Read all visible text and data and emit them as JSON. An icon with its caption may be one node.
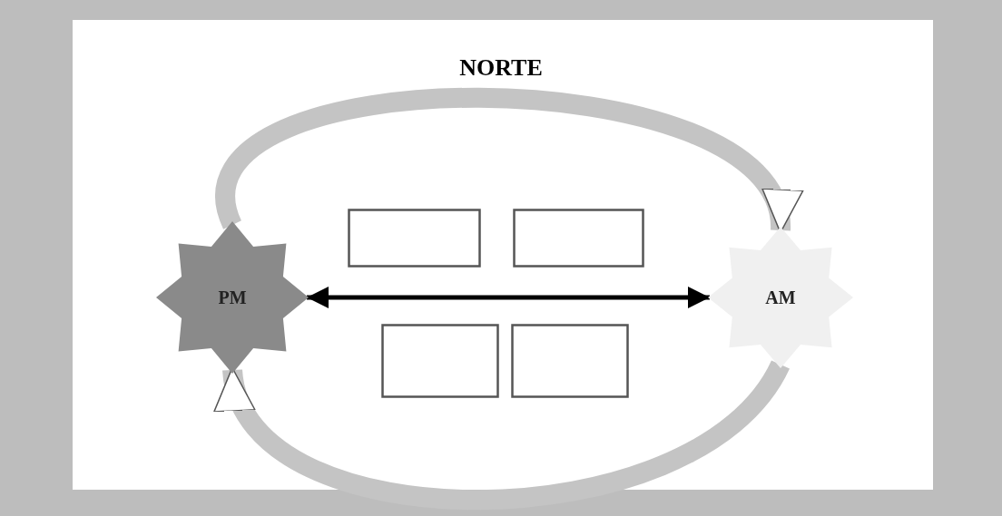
{
  "diagram": {
    "title": "NORTE",
    "nodes": [
      {
        "text": [],
        "shape": "box"
      },
      {
        "text": [],
        "shape": "box"
      },
      {
        "text": [
          "PM"
        ]
      },
      {
        "text": [
          "AM"
        ]
      },
      {
        "text": [],
        "shape": "box"
      },
      {
        "text": [],
        "shape": "box"
      }
    ],
    "edges": [
      {
        "from": 2,
        "to": 3,
        "arrow": "both",
        "color": "#000000"
      },
      {
        "from": 2,
        "to": 3,
        "arrow": "to"
      },
      {
        "from": 3,
        "to": 2,
        "arrow": "to"
      }
    ]
  }
}
